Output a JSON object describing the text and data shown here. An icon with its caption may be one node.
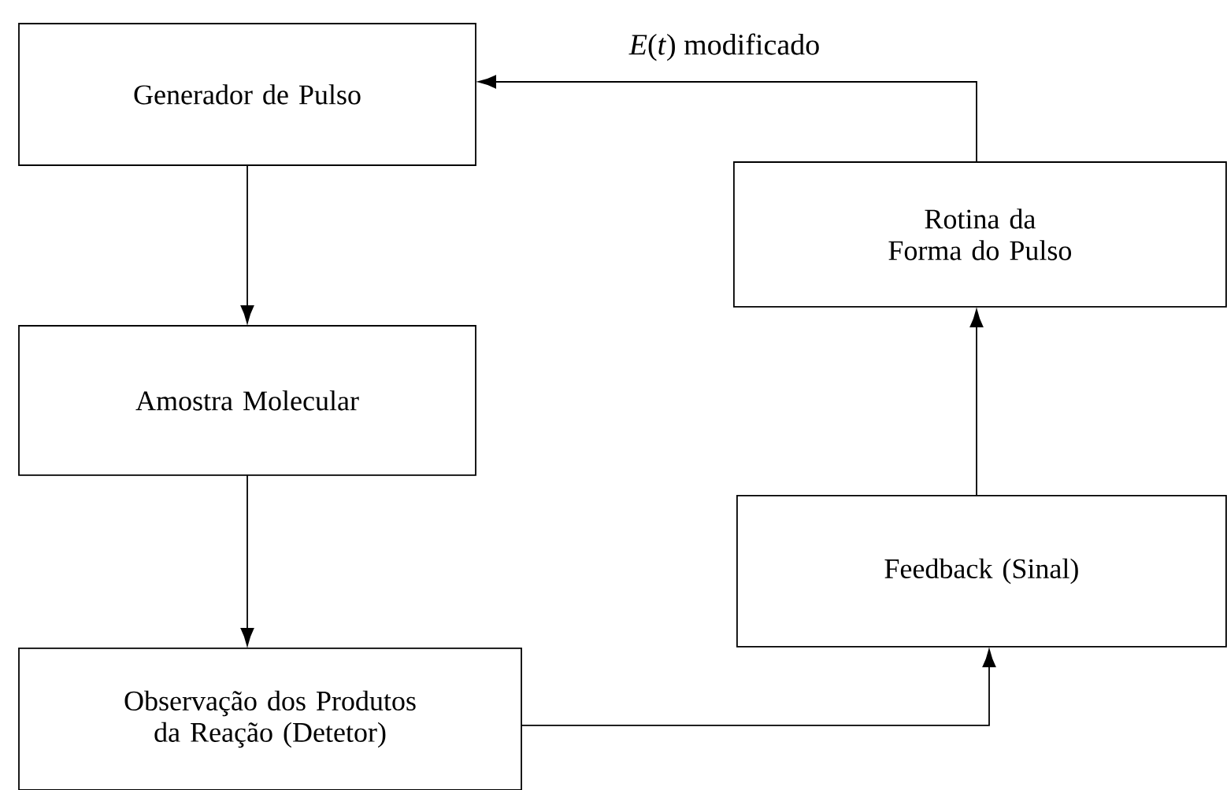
{
  "diagram": {
    "nodes": [
      {
        "text": [
          "Generador de Pulso"
        ]
      },
      {
        "text": [
          "Amostra Molecular"
        ]
      },
      {
        "text": [
          "Observação dos Produtos da Reação (Detetor)"
        ]
      },
      {
        "text": [
          "Rotina da Forma do Pulso"
        ]
      },
      {
        "text": [
          "Feedback (Sinal)"
        ]
      }
    ],
    "edges": [
      {
        "from": 0,
        "to": 1,
        "arrow": "to"
      },
      {
        "from": 1,
        "to": 2,
        "arrow": "to"
      },
      {
        "from": 2,
        "to": 4,
        "arrow": "to"
      },
      {
        "from": 4,
        "to": 3,
        "arrow": "to"
      },
      {
        "from": 3,
        "to": 0,
        "arrow": "to",
        "label": "*E*(*t*) modificado"
      }
    ]
  }
}
